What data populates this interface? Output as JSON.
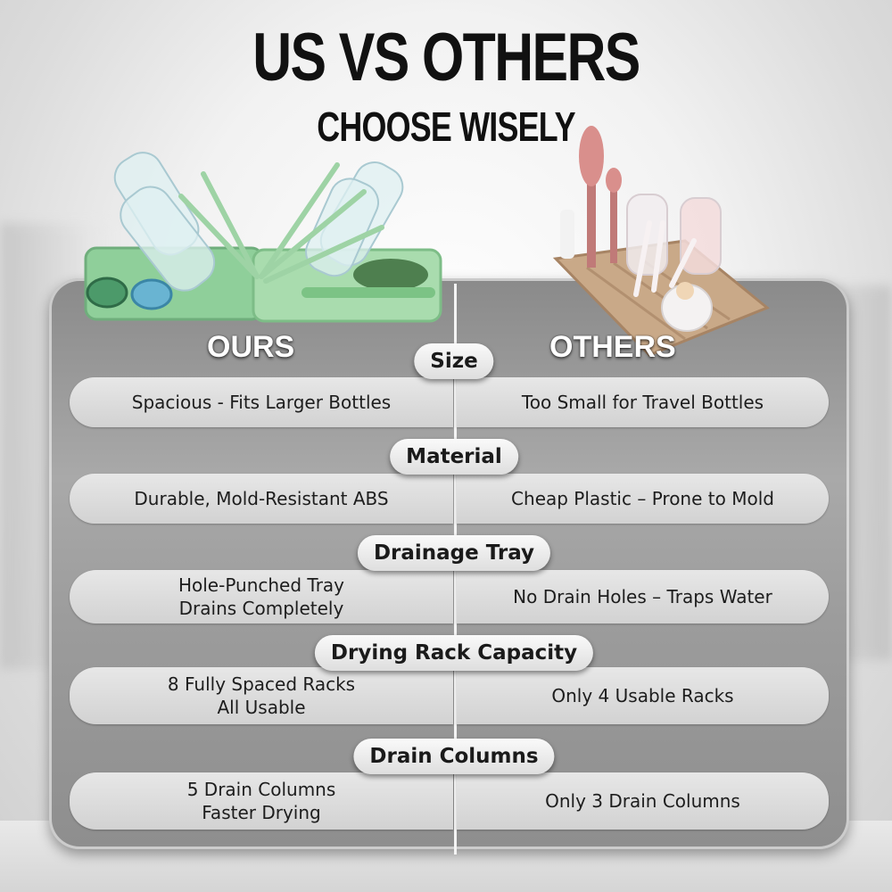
{
  "header": {
    "title": "US VS OTHERS",
    "subtitle": "CHOOSE WISELY"
  },
  "columns": {
    "ours": "OURS",
    "others": "OTHERS"
  },
  "categories": [
    {
      "label": "Size",
      "ours": "Spacious - Fits Larger Bottles",
      "others": "Too Small for Travel Bottles"
    },
    {
      "label": "Material",
      "ours": "Durable, Mold-Resistant ABS",
      "others": "Cheap Plastic – Prone to Mold"
    },
    {
      "label": "Drainage Tray",
      "ours": "Hole-Punched Tray\nDrains Completely",
      "others": "No Drain Holes – Traps Water"
    },
    {
      "label": "Drying Rack Capacity",
      "ours": "8 Fully Spaced Racks\nAll Usable",
      "others": "Only 4 Usable Racks"
    },
    {
      "label": "Drain Columns",
      "ours": "5 Drain Columns\nFaster Drying",
      "others": "Only 3 Drain Columns"
    }
  ],
  "colors": {
    "ours_product": "#8fcf9a",
    "others_product": "#c9a988",
    "panel": "#9c9c9c",
    "title": "#111111"
  }
}
